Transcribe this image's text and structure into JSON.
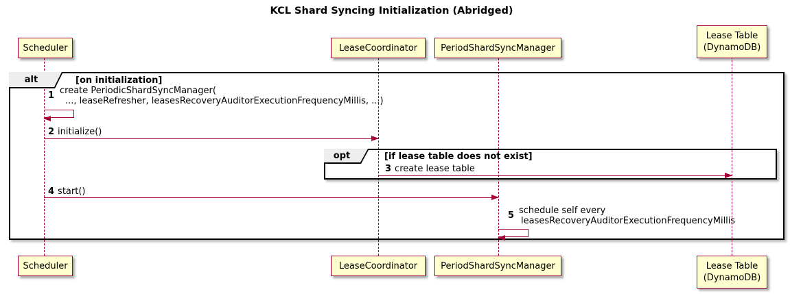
{
  "title": "KCL Shard Syncing Initialization (Abridged)",
  "participants": [
    {
      "label": "Scheduler"
    },
    {
      "label": "LeaseCoordinator"
    },
    {
      "label": "PeriodShardSyncManager"
    },
    {
      "label": "Lease Table",
      "label2": "(DynamoDB)"
    }
  ],
  "frames": {
    "alt": {
      "operator": "alt",
      "condition": "[on initialization]"
    },
    "opt": {
      "operator": "opt",
      "condition": "[if lease table does not exist]"
    }
  },
  "messages": [
    {
      "num": "1",
      "line1": "create PeriodicShardSyncManager(",
      "line2": "..., leaseRefresher, leasesRecoveryAuditorExecutionFrequencyMillis, ...)"
    },
    {
      "num": "2",
      "text": "initialize()"
    },
    {
      "num": "3",
      "text": "create lease table"
    },
    {
      "num": "4",
      "text": "start()"
    },
    {
      "num": "5",
      "line1": "schedule self every",
      "line2": "leasesRecoveryAuditorExecutionFrequencyMillis"
    }
  ],
  "colors": {
    "participant_fill": "#FEFECE",
    "participant_border": "#A80036",
    "arrow": "#A80036",
    "lifeline": "#A80036",
    "frame_border": "#000000",
    "operator_label_bg": "#EEEEEE",
    "background": "#FFFFFF"
  }
}
